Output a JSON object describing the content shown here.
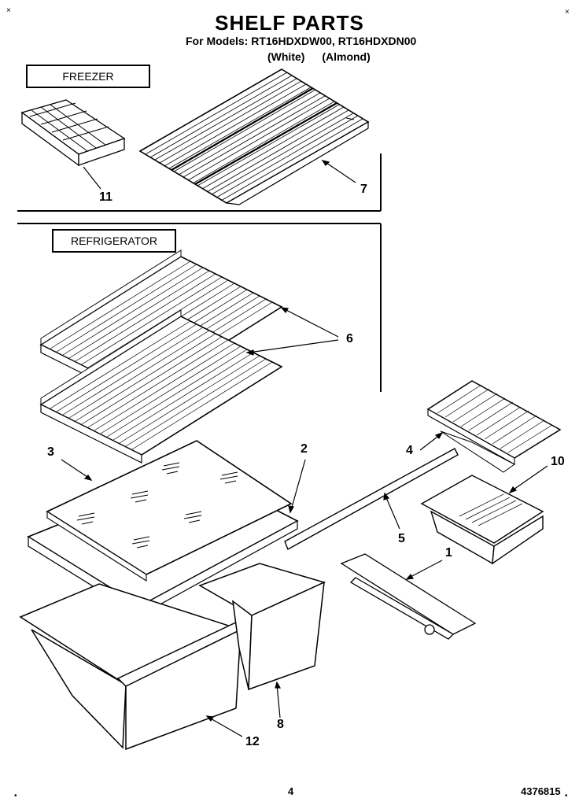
{
  "header": {
    "title": "SHELF PARTS",
    "models": "For Models: RT16HDXDW00, RT16HDXDN00",
    "color_white": "(White)",
    "color_almond": "(Almond)"
  },
  "sections": {
    "freezer": "FREEZER",
    "refrigerator": "REFRIGERATOR"
  },
  "callouts": {
    "p11": "11",
    "p7": "7",
    "p6": "6",
    "p3": "3",
    "p2": "2",
    "p4": "4",
    "p10": "10",
    "p5": "5",
    "p1": "1",
    "p8": "8",
    "p12": "12"
  },
  "footer": {
    "page": "4",
    "code": "4376815"
  },
  "marks": {
    "corner_x": "×",
    "corner_dot": "•"
  }
}
